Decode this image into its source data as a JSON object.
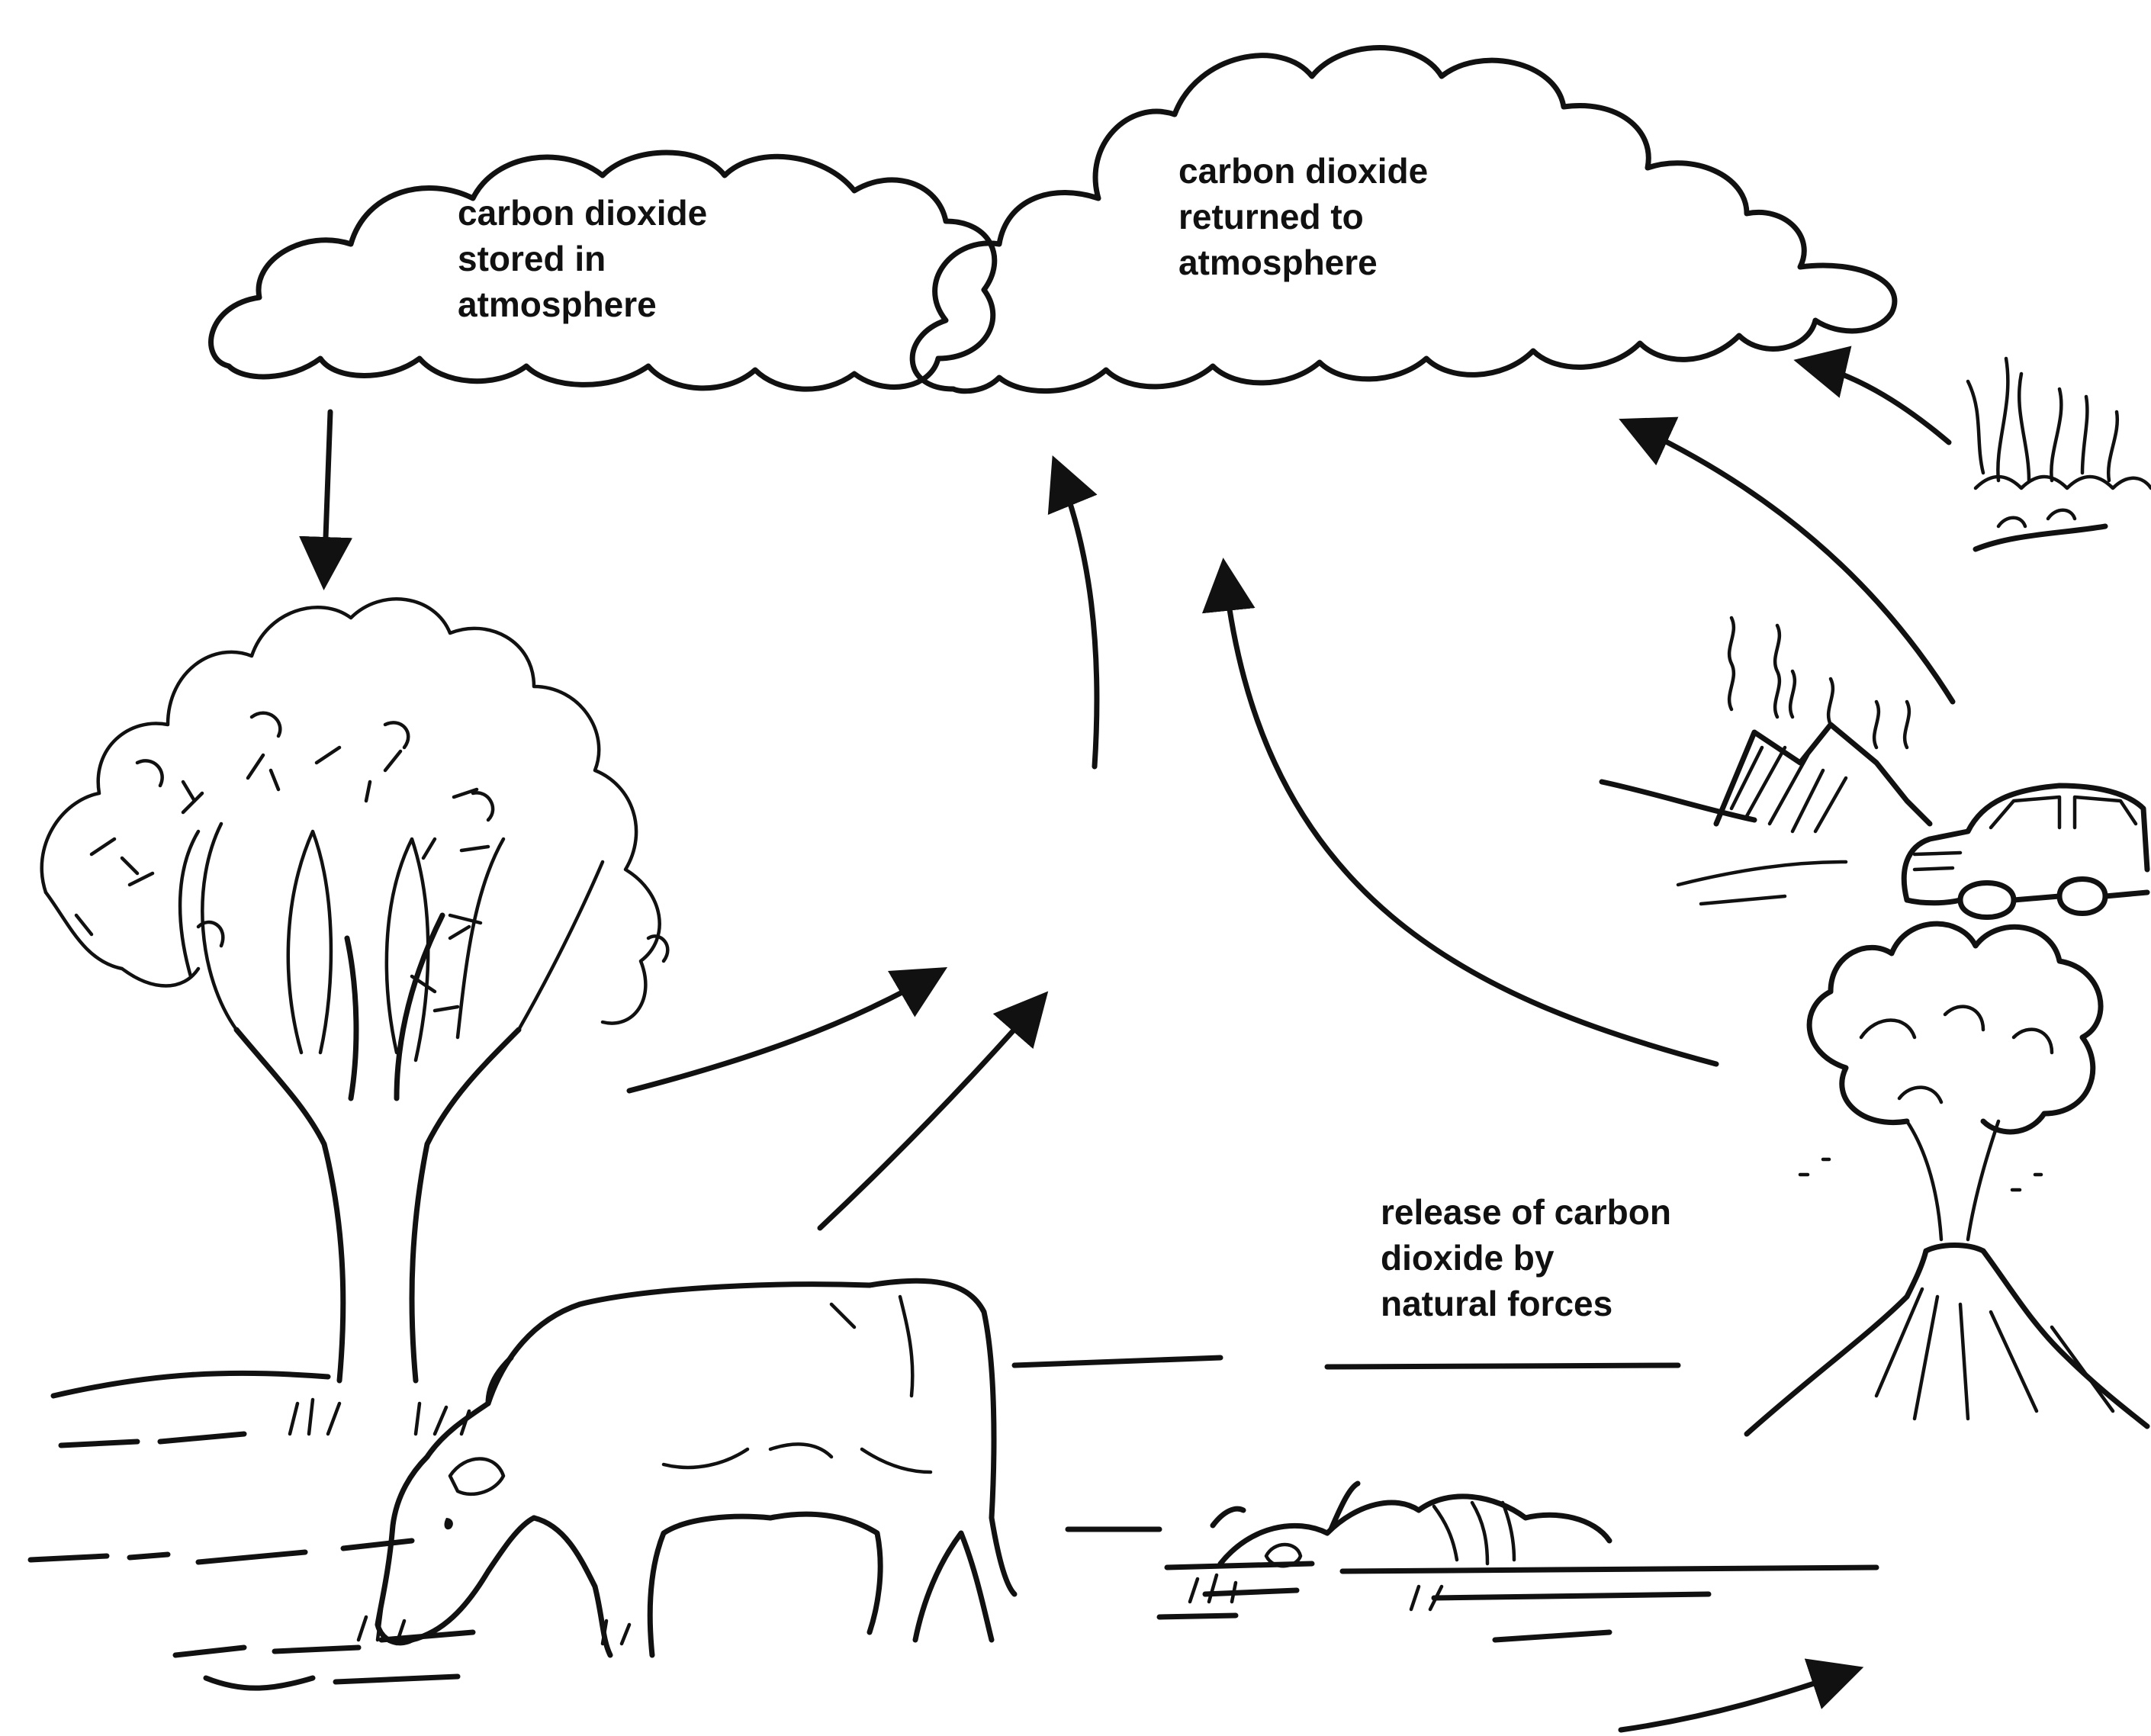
{
  "clouds": {
    "stored": {
      "lines": [
        "carbon dioxide",
        "stored in",
        "atmosphere"
      ]
    },
    "returned": {
      "lines": [
        "carbon dioxide",
        "returned to",
        "atmosphere"
      ]
    }
  },
  "natural_forces": {
    "lines": [
      "release of carbon",
      "dioxide by",
      "natural forces"
    ]
  },
  "colors": {
    "ink": "#111111",
    "paper": "#ffffff"
  }
}
